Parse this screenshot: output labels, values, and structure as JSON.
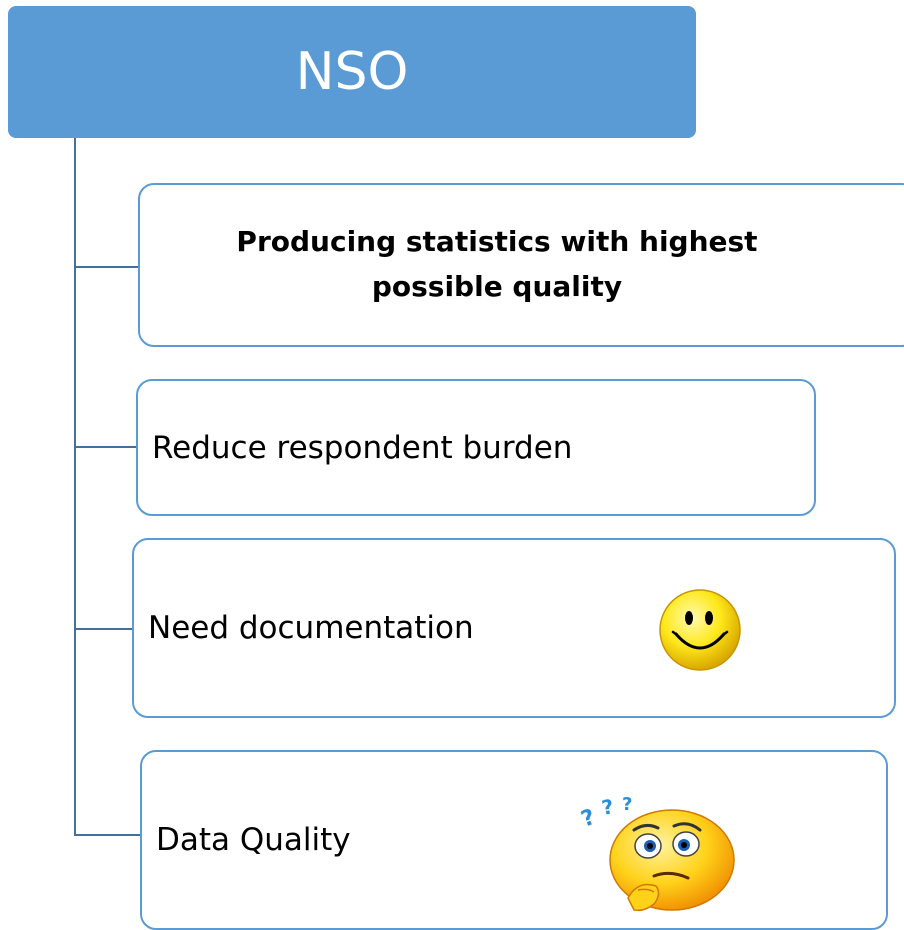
{
  "root": {
    "label": "NSO"
  },
  "items": [
    {
      "lines": [
        "Producing statistics with highest",
        "possible quality"
      ]
    },
    {
      "label": "Reduce respondent burden"
    },
    {
      "label": "Need documentation",
      "icon": "smiley-icon"
    },
    {
      "label": "Data Quality",
      "icon": "thinking-face-icon"
    }
  ],
  "colors": {
    "root_fill": "#5b9bd5",
    "node_border": "#5b9bd5",
    "connector": "#41719c",
    "emoji_yellow": "#ffe81a"
  }
}
